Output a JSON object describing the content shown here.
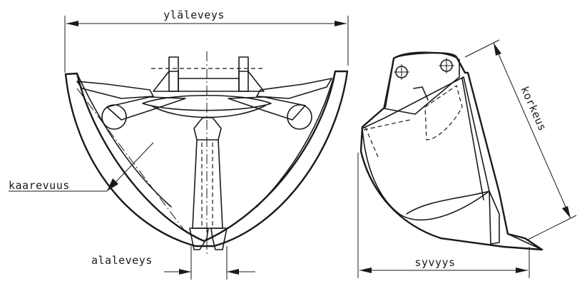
{
  "labels": {
    "top_width": "yläleveys",
    "curvature": "kaarevuus",
    "bottom_width": "alaleveys",
    "depth": "syvyys",
    "height": "korkeus"
  },
  "colors": {
    "ink": "#1a1a1a",
    "paper": "#ffffff"
  }
}
